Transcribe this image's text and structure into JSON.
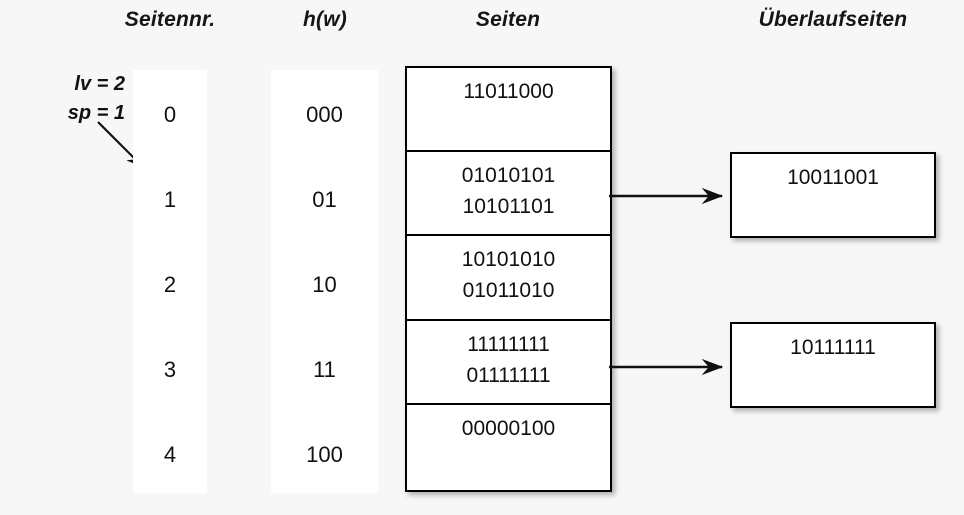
{
  "headers": {
    "seitennr": "Seitennr.",
    "hw": "h(w)",
    "seiten": "Seiten",
    "ueberlaufseiten": "Überlaufseiten"
  },
  "annotation": {
    "lv": "lv = 2",
    "sp": "sp = 1",
    "arrow_icon": "diagonal-arrow-down-right-icon"
  },
  "columns": {
    "seitennr": [
      "0",
      "1",
      "2",
      "3",
      "4"
    ],
    "hw": [
      "000",
      "01",
      "10",
      "11",
      "100"
    ]
  },
  "seiten": [
    {
      "records": [
        "11011000"
      ]
    },
    {
      "records": [
        "01010101",
        "10101101"
      ]
    },
    {
      "records": [
        "10101010",
        "01011010"
      ]
    },
    {
      "records": [
        "11111111",
        "01111111"
      ]
    },
    {
      "records": [
        "00000100"
      ]
    }
  ],
  "overflow": [
    {
      "records": [
        "10011001"
      ],
      "from_row": 1
    },
    {
      "records": [
        "10111111"
      ],
      "from_row": 3
    }
  ],
  "connectors": [
    {
      "icon": "arrow-right-icon"
    },
    {
      "icon": "arrow-right-icon"
    }
  ],
  "colors": {
    "background": "#f7f7f7",
    "surface": "#ffffff",
    "stroke": "#000000",
    "text": "#111111"
  }
}
